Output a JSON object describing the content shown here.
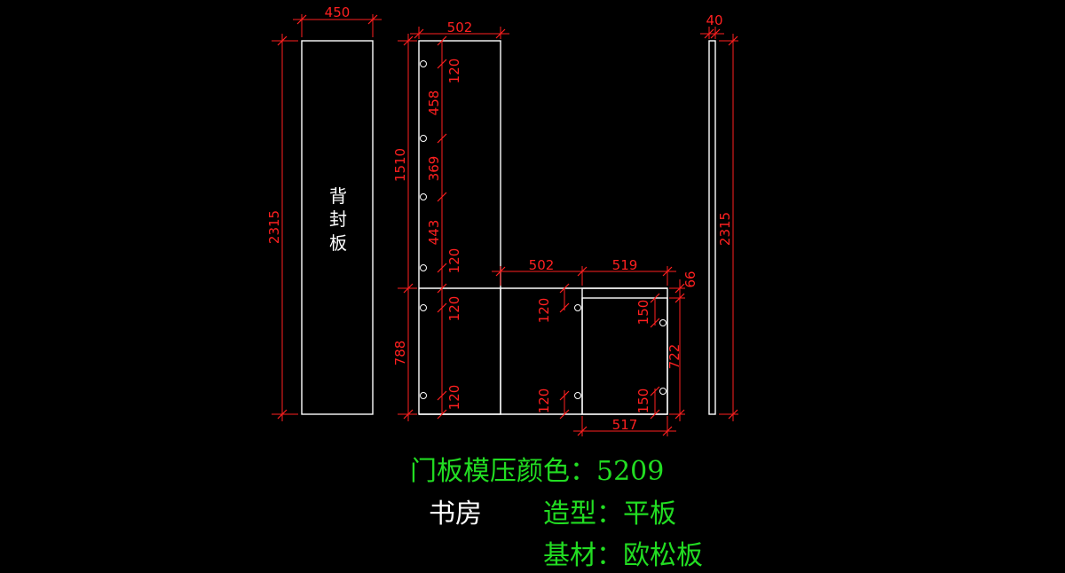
{
  "back_panel": {
    "label_lines": [
      "背",
      "封",
      "板"
    ]
  },
  "dimensions": {
    "back_width": "450",
    "back_height": "2315",
    "upper_width": "502",
    "upper_height": "1510",
    "upper_gap_top": "120",
    "upper_gap_1": "458",
    "upper_gap_2": "369",
    "upper_gap_3": "443",
    "upper_gap_bottom": "120",
    "lower_height": "788",
    "lower_left_gap_top": "120",
    "lower_left_gap_bottom": "120",
    "mid_width": "502",
    "mid_gap_top": "120",
    "mid_gap_bottom": "120",
    "right_width": "519",
    "right_offset": "66",
    "right_height": "722",
    "right_gap_top": "150",
    "right_gap_bottom": "150",
    "right_bottom_width": "517",
    "side_width": "40",
    "side_height": "2315"
  },
  "notes": {
    "color_line": "门板模压颜色：5209",
    "room": "书房",
    "style_line": "造型：平板",
    "base_line": "基材：欧松板"
  }
}
